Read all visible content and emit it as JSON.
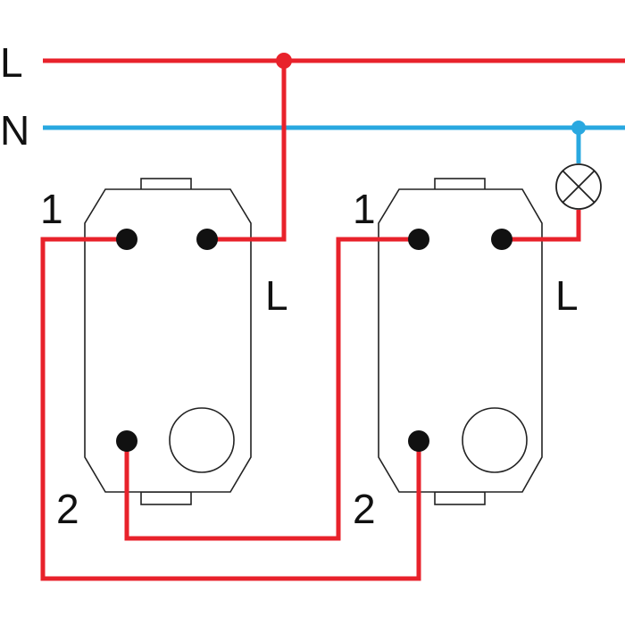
{
  "colors": {
    "live": "#e8222b",
    "neutral": "#29a8e0",
    "outline": "#222222",
    "terminal": "#111111"
  },
  "supply": {
    "live_label": "L",
    "neutral_label": "N"
  },
  "switch_1": {
    "terminal_1_label": "1",
    "terminal_2_label": "2",
    "terminal_l_label": "L"
  },
  "switch_2": {
    "terminal_1_label": "1",
    "terminal_2_label": "2",
    "terminal_l_label": "L"
  },
  "lamp": {
    "icon": "lamp-cross-icon"
  }
}
